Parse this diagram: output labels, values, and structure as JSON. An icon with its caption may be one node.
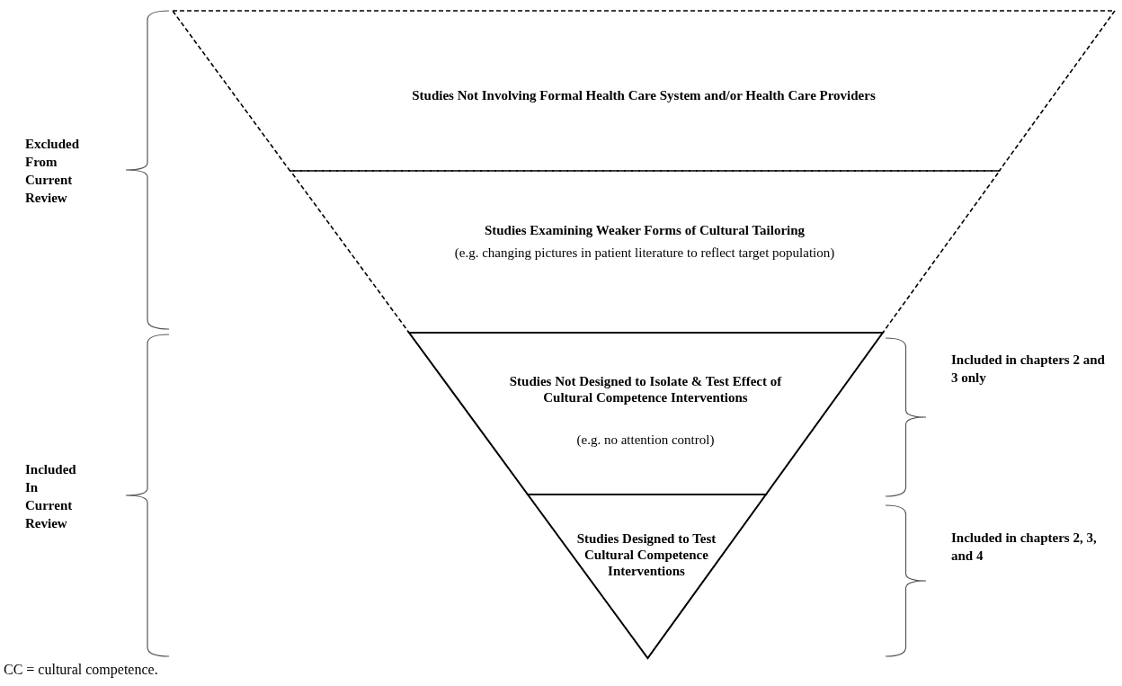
{
  "diagram": {
    "caption": "CC = cultural competence.",
    "nodes": [
      {
        "text": [
          "Studies Not Involving Formal Health Care System and/or Health Care Providers"
        ]
      },
      {
        "text": [
          "Studies Examining Weaker Forms of Cultural Tailoring",
          "(e.g. changing pictures in patient literature to reflect target population)"
        ]
      },
      {
        "text": [
          "Studies Not Designed to Isolate & Test Effect of Cultural Competence Interventions",
          "(e.g. no attention control)"
        ]
      },
      {
        "text": [
          "Studies Designed to Test Cultural Competence Interventions"
        ]
      }
    ],
    "labels": [
      "Excluded From Current Review",
      "Included In Current Review",
      "Included in chapters 2 and 3 only",
      "Included in chapters 2, 3, and 4"
    ]
  }
}
